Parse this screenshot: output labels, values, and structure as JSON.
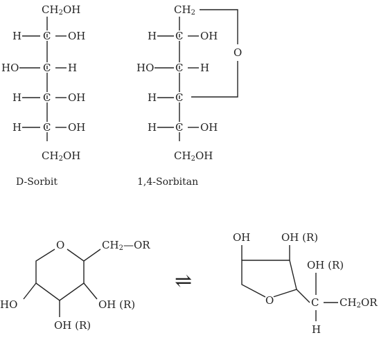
{
  "sorbit": {
    "top": [
      "CH",
      "2",
      "OH"
    ],
    "rows": [
      {
        "left": "H",
        "center": "C",
        "right": "OH"
      },
      {
        "left": "HO",
        "center": "C",
        "right": "H"
      },
      {
        "left": "H",
        "center": "C",
        "right": "OH"
      },
      {
        "left": "H",
        "center": "C",
        "right": "OH"
      }
    ],
    "bottom": [
      "CH",
      "2",
      "OH"
    ],
    "caption": "D-Sorbit"
  },
  "sorbitan": {
    "top": [
      "CH",
      "2"
    ],
    "ring_oxygen": "O",
    "rows": [
      {
        "left": "H",
        "center": "C",
        "right": "OH"
      },
      {
        "left": "HO",
        "center": "C",
        "right": "H"
      },
      {
        "left": "H",
        "center": "C",
        "right": ""
      },
      {
        "left": "H",
        "center": "C",
        "right": "OH"
      }
    ],
    "bottom": [
      "CH",
      "2",
      "OH"
    ],
    "caption": "1,4-Sorbitan"
  },
  "pyranose": {
    "ring_oxygen": "O",
    "chain": [
      "CH",
      "2",
      "OR"
    ],
    "ho_left": "HO",
    "oh_right": "OH (R)",
    "oh_bottom": "OH (R)"
  },
  "furanose": {
    "oh_top_left": "OH",
    "oh_top_right": "OH (R)",
    "ring_oxygen": "O",
    "oh_side": "OH (R)",
    "c_center": "C",
    "h_bottom": "H",
    "chain": [
      "CH",
      "2",
      "OR"
    ]
  },
  "equilibrium_symbol": "⇌"
}
